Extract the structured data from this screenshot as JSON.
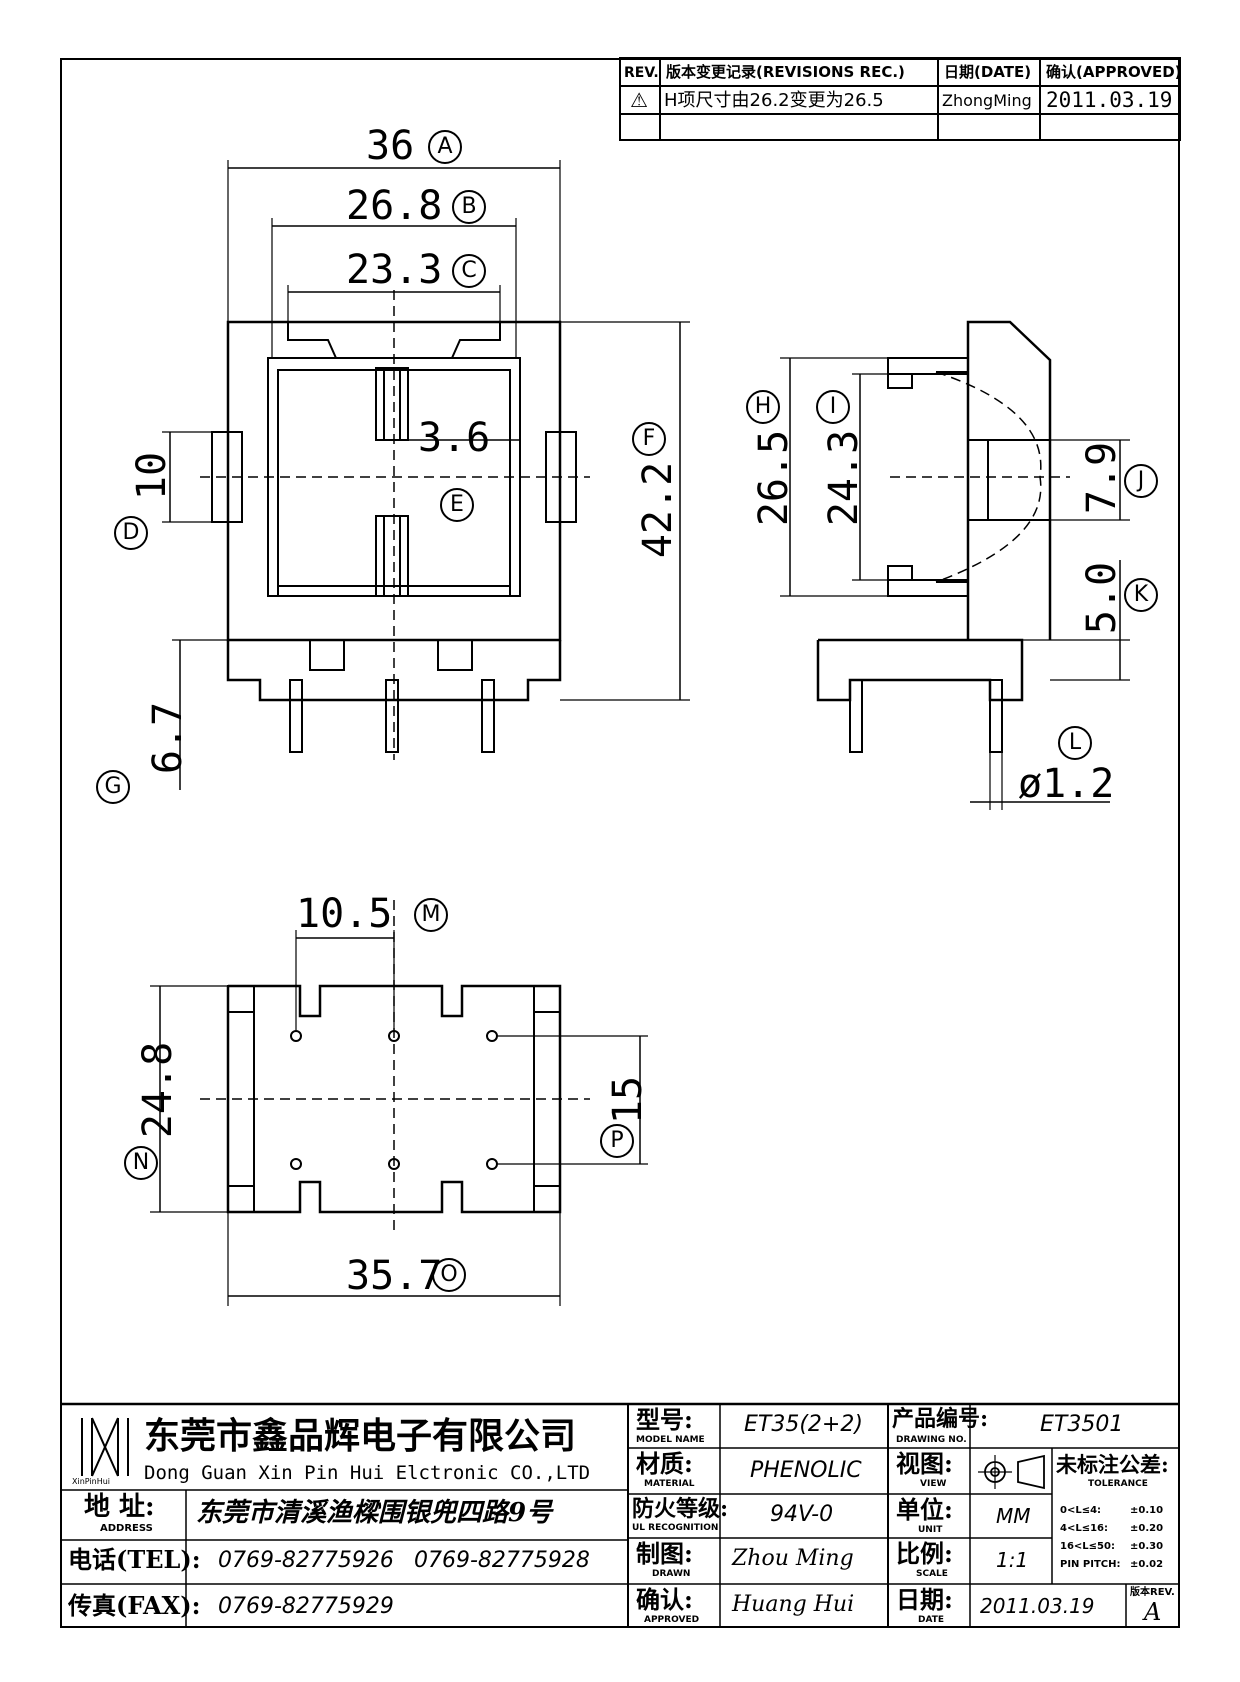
{
  "revision_table": {
    "headers": {
      "rev": "REV.",
      "record": "版本变更记录(REVISIONS REC.)",
      "date": "日期(DATE)",
      "approved": "确认(APPROVED)"
    },
    "rows": [
      {
        "rev": "⚠",
        "record": "H项尺寸由26.2变更为26.5",
        "date": "ZhongMing",
        "approved": "2011.03.19"
      }
    ]
  },
  "dimensions": {
    "A": {
      "value": "36",
      "label": "A"
    },
    "B": {
      "value": "26.8",
      "label": "B"
    },
    "C": {
      "value": "23.3",
      "label": "C"
    },
    "D": {
      "value": "10",
      "label": "D"
    },
    "E": {
      "value": "3.6",
      "label": "E"
    },
    "F": {
      "value": "42.2",
      "label": "F"
    },
    "G": {
      "value": "6.7",
      "label": "G"
    },
    "H": {
      "value": "26.5",
      "label": "H"
    },
    "I": {
      "value": "24.3",
      "label": "I"
    },
    "J": {
      "value": "7.9",
      "label": "J"
    },
    "K": {
      "value": "5.0",
      "label": "K"
    },
    "L": {
      "value": "ø1.2",
      "label": "L"
    },
    "M": {
      "value": "10.5",
      "label": "M"
    },
    "N": {
      "value": "24.8",
      "label": "N"
    },
    "O": {
      "value": "35.7",
      "label": "O"
    },
    "P": {
      "value": "15",
      "label": "P"
    }
  },
  "title_block": {
    "company_cn": "东莞市鑫品辉电子有限公司",
    "company_en": "Dong Guan Xin Pin Hui Elctronic CO.,LTD",
    "logo_text": "XinPinHui",
    "address_label": "地  址:",
    "address_label_en": "ADDRESS",
    "address": "东莞市清溪渔樑围银兜四路9号",
    "tel_label": "电话(TEL):",
    "tel1": "0769-82775926",
    "tel2": "0769-82775928",
    "fax_label": "传真(FAX):",
    "fax": "0769-82775929",
    "model_label": "型号:",
    "model_label_en": "MODEL NAME",
    "model": "ET35(2+2)",
    "material_label": "材质:",
    "material_label_en": "MATERIAL",
    "material": "PHENOLIC",
    "ul_label": "防火等级:",
    "ul_label_en": "UL RECOGNITION",
    "ul": "94V-0",
    "drawn_label": "制图:",
    "drawn_label_en": "DRAWN",
    "drawn": "Zhou Ming",
    "approved_label": "确认:",
    "approved_label_en": "APPROVED",
    "approved": "Huang Hui",
    "drawing_no_label": "产品编号:",
    "drawing_no_label_en": "DRAWING NO.",
    "drawing_no": "ET3501",
    "view_label": "视图:",
    "view_label_en": "VIEW",
    "unit_label": "单位:",
    "unit_label_en": "UNIT",
    "unit": "MM",
    "scale_label": "比例:",
    "scale_label_en": "SCALE",
    "scale": "1:1",
    "date_label": "日期:",
    "date_label_en": "DATE",
    "date": "2011.03.19",
    "tolerance_label": "未标注公差:",
    "tolerance_label_en": "TOLERANCE",
    "tolerances": [
      {
        "range": "0<L≤4:",
        "value": "±0.10"
      },
      {
        "range": "4<L≤16:",
        "value": "±0.20"
      },
      {
        "range": "16<L≤50:",
        "value": "±0.30"
      },
      {
        "range": "PIN PITCH:",
        "value": "±0.02"
      }
    ],
    "rev_label": "版本REV.",
    "rev": "A"
  }
}
